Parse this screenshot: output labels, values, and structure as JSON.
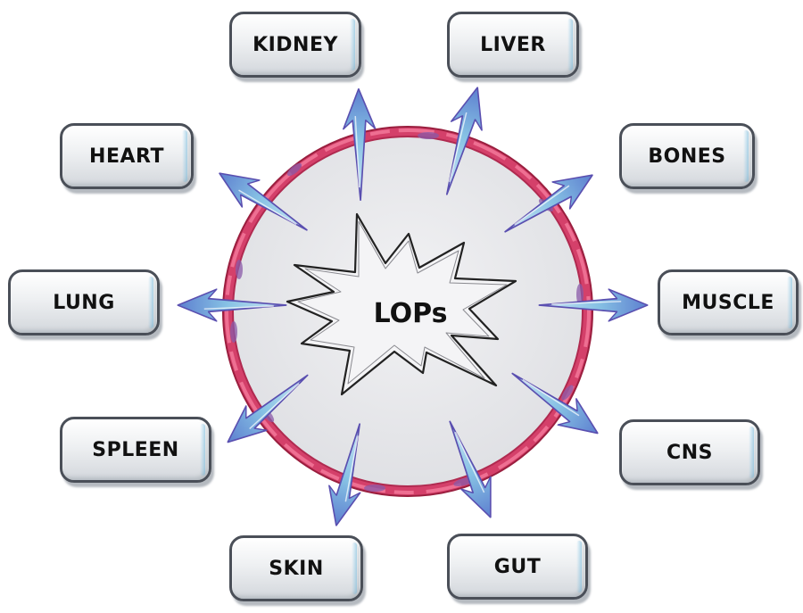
{
  "center": {
    "label": "LOPs"
  },
  "organs": {
    "kidney": "KIDNEY",
    "liver": "LIVER",
    "heart": "HEART",
    "bones": "BONES",
    "lung": "LUNG",
    "muscle": "MUSCLE",
    "spleen": "SPLEEN",
    "cns": "CNS",
    "skin": "SKIN",
    "gut": "GUT"
  },
  "colors": {
    "membrane": "#c8325a",
    "cell_interior": "#e9e9ec",
    "arrow": "#8fc6e6",
    "arrow_edge": "#5a4fb0",
    "box_border": "#4a4f58"
  }
}
